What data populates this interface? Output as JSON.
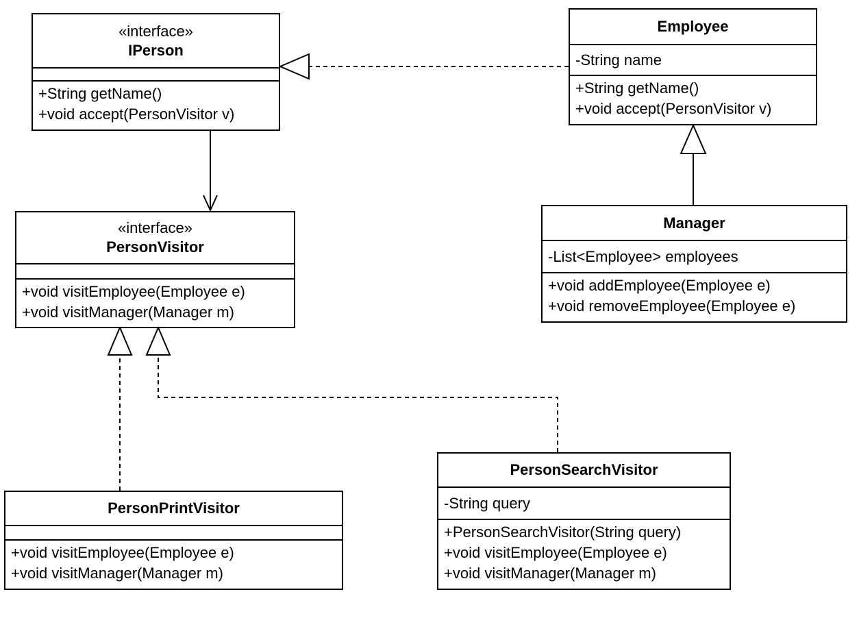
{
  "classes": {
    "iperson": {
      "stereotype": "«interface»",
      "name": "IPerson",
      "attributes": [],
      "operations": [
        "+String getName()",
        "+void accept(PersonVisitor v)"
      ]
    },
    "employee": {
      "name": "Employee",
      "attributes": [
        "-String name"
      ],
      "operations": [
        "+String getName()",
        "+void accept(PersonVisitor v)"
      ]
    },
    "person_visitor": {
      "stereotype": "«interface»",
      "name": "PersonVisitor",
      "attributes": [],
      "operations": [
        "+void visitEmployee(Employee e)",
        "+void visitManager(Manager m)"
      ]
    },
    "manager": {
      "name": "Manager",
      "attributes": [
        "-List<Employee> employees"
      ],
      "operations": [
        "+void addEmployee(Employee e)",
        "+void removeEmployee(Employee e)"
      ]
    },
    "person_print_visitor": {
      "name": "PersonPrintVisitor",
      "attributes": [],
      "operations": [
        "+void visitEmployee(Employee e)",
        "+void visitManager(Manager m)"
      ]
    },
    "person_search_visitor": {
      "name": "PersonSearchVisitor",
      "attributes": [
        "-String query"
      ],
      "operations": [
        "+PersonSearchVisitor(String query)",
        "+void visitEmployee(Employee e)",
        "+void visitManager(Manager m)"
      ]
    }
  },
  "relationships": [
    {
      "from": "Employee",
      "to": "IPerson",
      "kind": "realization"
    },
    {
      "from": "Manager",
      "to": "Employee",
      "kind": "generalization"
    },
    {
      "from": "IPerson",
      "to": "PersonVisitor",
      "kind": "association"
    },
    {
      "from": "PersonPrintVisitor",
      "to": "PersonVisitor",
      "kind": "realization"
    },
    {
      "from": "PersonSearchVisitor",
      "to": "PersonVisitor",
      "kind": "realization"
    }
  ],
  "colors": {
    "line": "#000000",
    "background": "#ffffff"
  }
}
